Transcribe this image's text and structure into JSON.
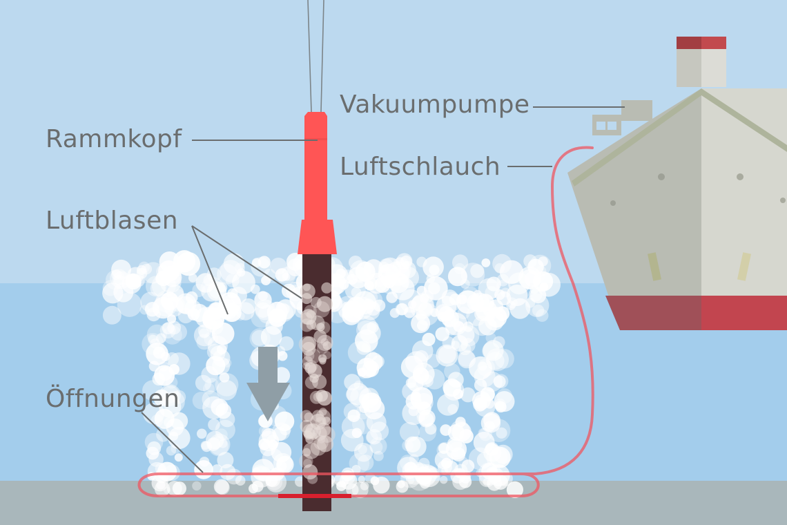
{
  "labels": {
    "ramming_head": "Rammkopf",
    "air_bubbles": "Luftblasen",
    "openings": "Öffnungen",
    "vacuum_pump": "Vakuumpumpe",
    "air_hose": "Luftschlauch"
  },
  "colors": {
    "sky": "#bcd9ef",
    "water": "#a3cdec",
    "seabed": "#a9b7bb",
    "ramming_head": "#ff5555",
    "pile": "#4a2c2f",
    "hose": "#ef5660",
    "bubbles": "#ffffff",
    "ship_hull_light": "#d7d8d0",
    "ship_hull_shade": "#b9bcb3",
    "ship_stripe": "#c2454f",
    "funnel_red": "#c24a4e",
    "arrow": "#8f9ea6",
    "label_text": "#6a6d6e"
  },
  "icons": {
    "arrow": "down-arrow-icon"
  }
}
